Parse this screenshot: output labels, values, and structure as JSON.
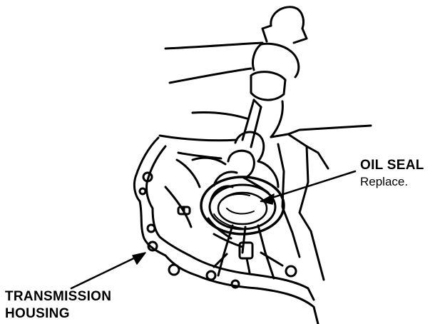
{
  "labels": {
    "oil_seal": {
      "title": "OIL SEAL",
      "note": "Replace."
    },
    "transmission_housing": {
      "line1": "TRANSMISSION",
      "line2": "HOUSING"
    }
  },
  "colors": {
    "ink": "#000000",
    "paper": "#ffffff"
  }
}
